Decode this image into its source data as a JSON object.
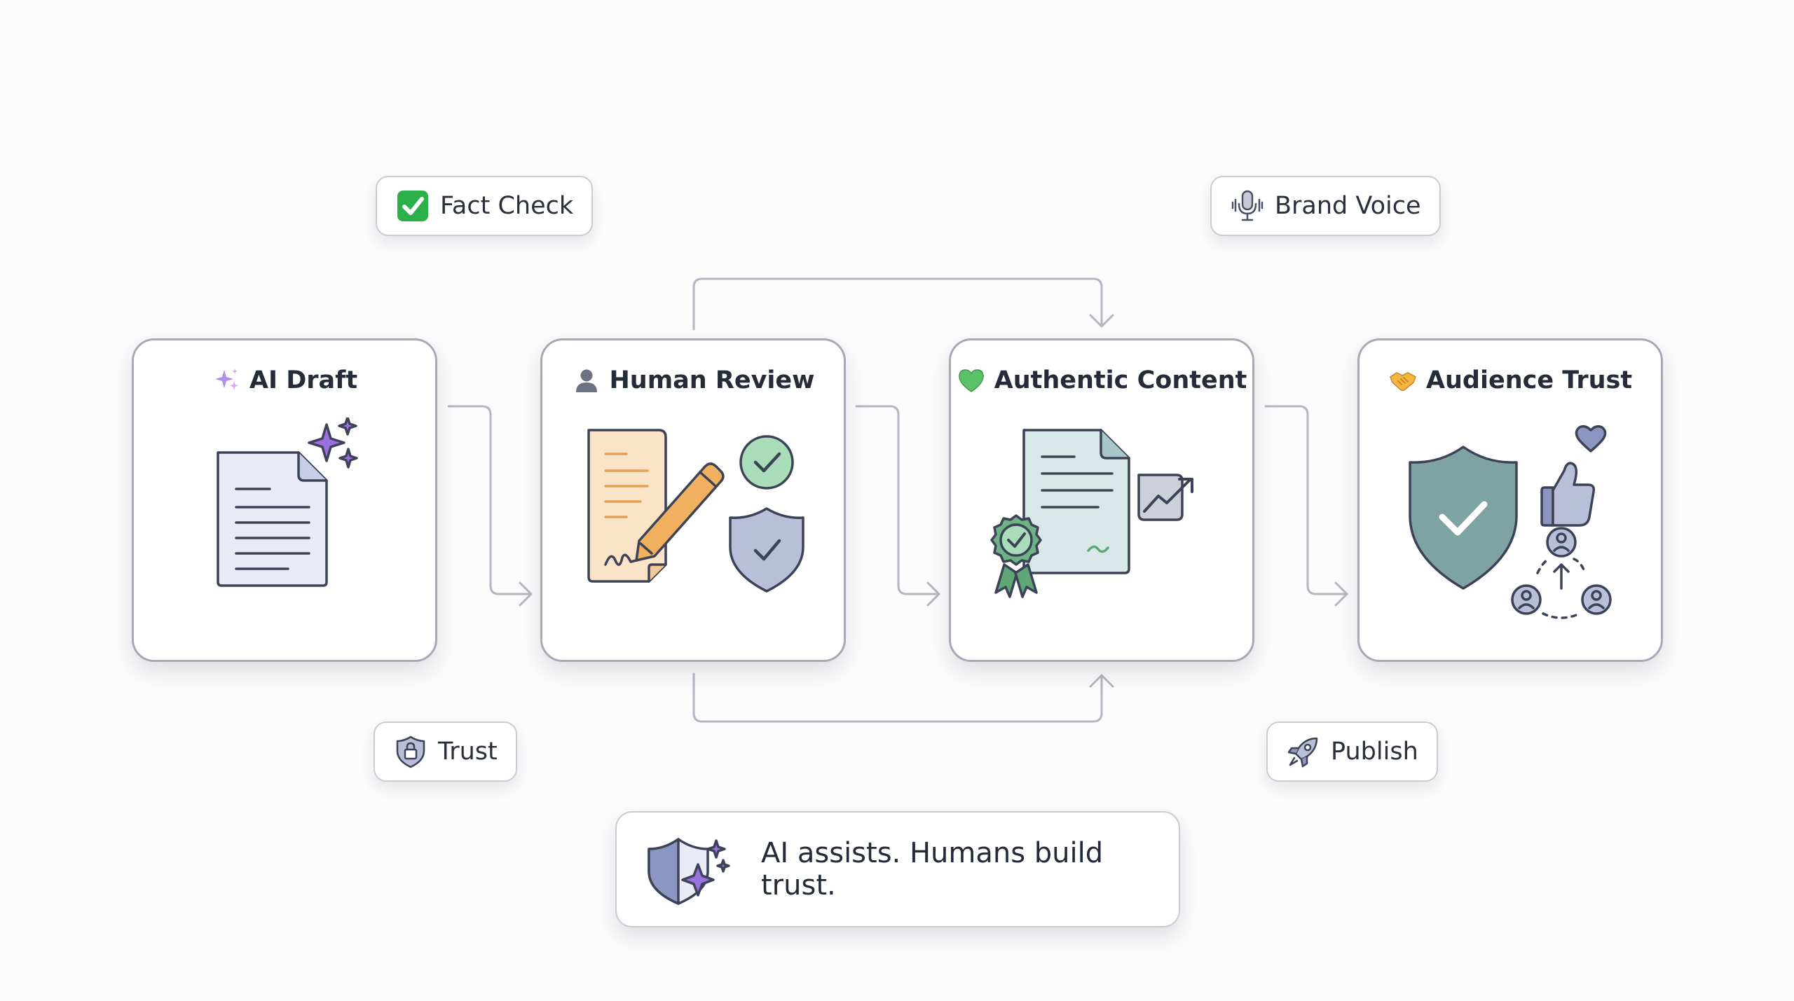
{
  "stages": [
    {
      "id": "ai-draft",
      "title": "AI Draft",
      "icon": "sparkles-icon",
      "illustration": "document-sparkle-illustration"
    },
    {
      "id": "human-review",
      "title": "Human Review",
      "icon": "person-icon",
      "illustration": "signed-document-pencil-illustration"
    },
    {
      "id": "authentic-content",
      "title": "Authentic Content",
      "icon": "green-heart-icon",
      "illustration": "certified-document-illustration"
    },
    {
      "id": "audience-trust",
      "title": "Audience Trust",
      "icon": "handshake-icon",
      "illustration": "shield-community-illustration"
    }
  ],
  "badges": {
    "fact_check": {
      "label": "Fact Check",
      "icon": "check-box-icon"
    },
    "brand_voice": {
      "label": "Brand Voice",
      "icon": "microphone-icon"
    },
    "trust": {
      "label": "Trust",
      "icon": "shield-lock-icon"
    },
    "publish": {
      "label": "Publish",
      "icon": "rocket-icon"
    }
  },
  "tagline": {
    "text": "AI assists. Humans build trust.",
    "icon": "shield-sparkle-icon"
  },
  "colors": {
    "card_border": "#a7aab4",
    "connector": "#b3b6bf",
    "purple": "#9b6fe0",
    "slate_blue": "#b9bfd9",
    "orange": "#f0b060",
    "green": "#5fa777",
    "teal": "#7fa3a4",
    "outline": "#3d4356"
  }
}
